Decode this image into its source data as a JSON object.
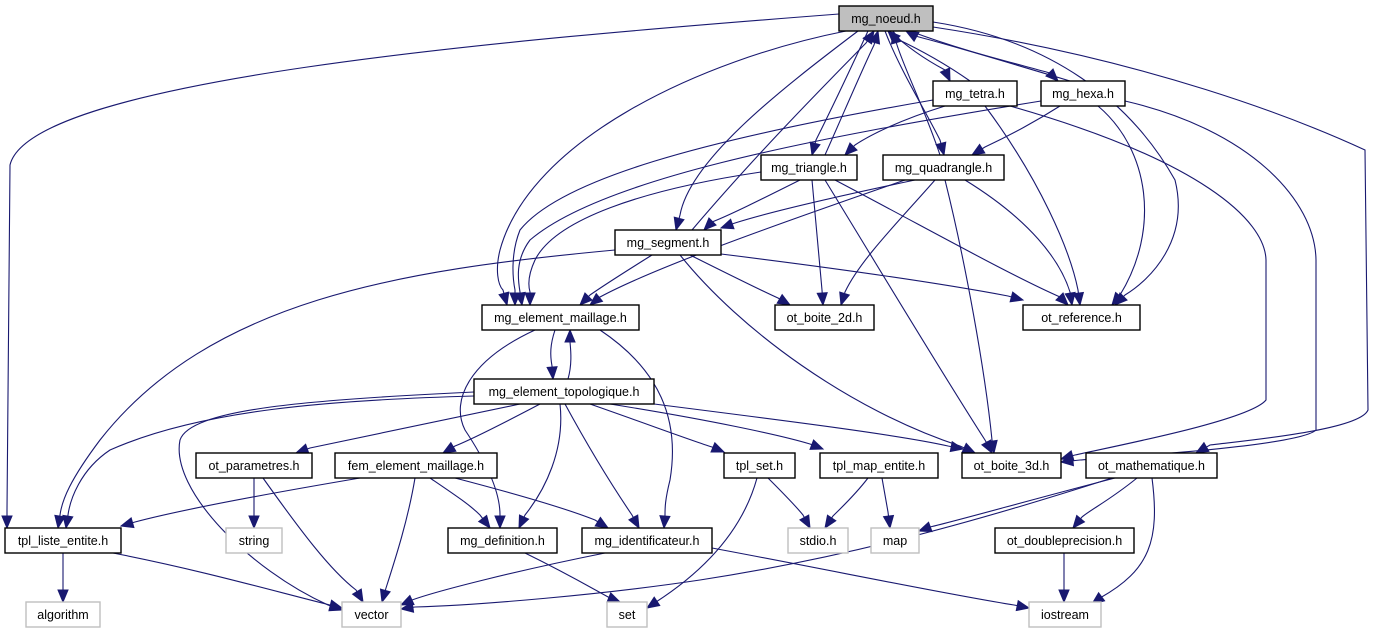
{
  "title": "Include dependency graph for mg_noeud.h",
  "colors": {
    "edge": "#191970",
    "root_fill": "#bfbfbf",
    "internal_border": "#000000",
    "external_border": "#bfbfbf"
  },
  "nodes": [
    {
      "id": "mg_noeud",
      "label": "mg_noeud.h",
      "kind": "root"
    },
    {
      "id": "mg_tetra",
      "label": "mg_tetra.h",
      "kind": "internal"
    },
    {
      "id": "mg_hexa",
      "label": "mg_hexa.h",
      "kind": "internal"
    },
    {
      "id": "mg_triangle",
      "label": "mg_triangle.h",
      "kind": "internal"
    },
    {
      "id": "mg_quadrangle",
      "label": "mg_quadrangle.h",
      "kind": "internal"
    },
    {
      "id": "mg_segment",
      "label": "mg_segment.h",
      "kind": "internal"
    },
    {
      "id": "mg_element_maillage",
      "label": "mg_element_maillage.h",
      "kind": "internal"
    },
    {
      "id": "ot_boite_2d",
      "label": "ot_boite_2d.h",
      "kind": "internal"
    },
    {
      "id": "ot_reference",
      "label": "ot_reference.h",
      "kind": "internal"
    },
    {
      "id": "mg_element_topologique",
      "label": "mg_element_topologique.h",
      "kind": "internal"
    },
    {
      "id": "ot_parametres",
      "label": "ot_parametres.h",
      "kind": "internal"
    },
    {
      "id": "fem_element_maillage",
      "label": "fem_element_maillage.h",
      "kind": "internal"
    },
    {
      "id": "tpl_set",
      "label": "tpl_set.h",
      "kind": "internal"
    },
    {
      "id": "tpl_map_entite",
      "label": "tpl_map_entite.h",
      "kind": "internal"
    },
    {
      "id": "ot_boite_3d",
      "label": "ot_boite_3d.h",
      "kind": "internal"
    },
    {
      "id": "ot_mathematique",
      "label": "ot_mathematique.h",
      "kind": "internal"
    },
    {
      "id": "tpl_liste_entite",
      "label": "tpl_liste_entite.h",
      "kind": "internal"
    },
    {
      "id": "string",
      "label": "string",
      "kind": "external"
    },
    {
      "id": "mg_definition",
      "label": "mg_definition.h",
      "kind": "internal"
    },
    {
      "id": "mg_identificateur",
      "label": "mg_identificateur.h",
      "kind": "internal"
    },
    {
      "id": "stdio",
      "label": "stdio.h",
      "kind": "external"
    },
    {
      "id": "map",
      "label": "map",
      "kind": "external"
    },
    {
      "id": "ot_doubleprecision",
      "label": "ot_doubleprecision.h",
      "kind": "internal"
    },
    {
      "id": "algorithm",
      "label": "algorithm",
      "kind": "external"
    },
    {
      "id": "vector",
      "label": "vector",
      "kind": "external"
    },
    {
      "id": "set",
      "label": "set",
      "kind": "external"
    },
    {
      "id": "iostream",
      "label": "iostream",
      "kind": "external"
    }
  ],
  "edges": [
    {
      "from": "mg_noeud",
      "to": "tpl_liste_entite"
    },
    {
      "from": "mg_noeud",
      "to": "mg_element_maillage"
    },
    {
      "from": "mg_noeud",
      "to": "mg_segment"
    },
    {
      "from": "mg_noeud",
      "to": "mg_triangle"
    },
    {
      "from": "mg_noeud",
      "to": "mg_quadrangle"
    },
    {
      "from": "mg_noeud",
      "to": "mg_tetra"
    },
    {
      "from": "mg_noeud",
      "to": "mg_hexa"
    },
    {
      "from": "mg_noeud",
      "to": "ot_reference"
    },
    {
      "from": "mg_noeud",
      "to": "ot_mathematique"
    },
    {
      "from": "mg_tetra",
      "to": "mg_noeud"
    },
    {
      "from": "mg_tetra",
      "to": "mg_triangle"
    },
    {
      "from": "mg_tetra",
      "to": "mg_element_maillage"
    },
    {
      "from": "mg_tetra",
      "to": "ot_reference"
    },
    {
      "from": "mg_tetra",
      "to": "ot_boite_3d"
    },
    {
      "from": "mg_hexa",
      "to": "mg_noeud"
    },
    {
      "from": "mg_hexa",
      "to": "mg_quadrangle"
    },
    {
      "from": "mg_hexa",
      "to": "mg_element_maillage"
    },
    {
      "from": "mg_hexa",
      "to": "ot_reference"
    },
    {
      "from": "mg_hexa",
      "to": "ot_boite_3d"
    },
    {
      "from": "mg_triangle",
      "to": "mg_noeud"
    },
    {
      "from": "mg_triangle",
      "to": "mg_segment"
    },
    {
      "from": "mg_triangle",
      "to": "mg_element_maillage"
    },
    {
      "from": "mg_triangle",
      "to": "ot_boite_2d"
    },
    {
      "from": "mg_triangle",
      "to": "ot_reference"
    },
    {
      "from": "mg_triangle",
      "to": "ot_boite_3d"
    },
    {
      "from": "mg_quadrangle",
      "to": "mg_noeud"
    },
    {
      "from": "mg_quadrangle",
      "to": "mg_segment"
    },
    {
      "from": "mg_quadrangle",
      "to": "mg_element_maillage"
    },
    {
      "from": "mg_quadrangle",
      "to": "ot_boite_2d"
    },
    {
      "from": "mg_quadrangle",
      "to": "ot_reference"
    },
    {
      "from": "mg_quadrangle",
      "to": "ot_boite_3d"
    },
    {
      "from": "mg_segment",
      "to": "mg_noeud"
    },
    {
      "from": "mg_segment",
      "to": "mg_element_maillage"
    },
    {
      "from": "mg_segment",
      "to": "ot_boite_2d"
    },
    {
      "from": "mg_segment",
      "to": "ot_reference"
    },
    {
      "from": "mg_segment",
      "to": "ot_boite_3d"
    },
    {
      "from": "mg_segment",
      "to": "tpl_liste_entite"
    },
    {
      "from": "mg_element_maillage",
      "to": "mg_element_topologique"
    },
    {
      "from": "mg_element_maillage",
      "to": "mg_definition"
    },
    {
      "from": "mg_element_maillage",
      "to": "mg_identificateur"
    },
    {
      "from": "mg_element_topologique",
      "to": "mg_element_maillage"
    },
    {
      "from": "mg_element_topologique",
      "to": "tpl_liste_entite"
    },
    {
      "from": "mg_element_topologique",
      "to": "vector"
    },
    {
      "from": "mg_element_topologique",
      "to": "ot_parametres"
    },
    {
      "from": "mg_element_topologique",
      "to": "fem_element_maillage"
    },
    {
      "from": "mg_element_topologique",
      "to": "mg_definition"
    },
    {
      "from": "mg_element_topologique",
      "to": "mg_identificateur"
    },
    {
      "from": "mg_element_topologique",
      "to": "tpl_set"
    },
    {
      "from": "mg_element_topologique",
      "to": "tpl_map_entite"
    },
    {
      "from": "mg_element_topologique",
      "to": "ot_boite_3d"
    },
    {
      "from": "ot_parametres",
      "to": "string"
    },
    {
      "from": "ot_parametres",
      "to": "vector"
    },
    {
      "from": "fem_element_maillage",
      "to": "tpl_liste_entite"
    },
    {
      "from": "fem_element_maillage",
      "to": "vector"
    },
    {
      "from": "fem_element_maillage",
      "to": "mg_definition"
    },
    {
      "from": "fem_element_maillage",
      "to": "mg_identificateur"
    },
    {
      "from": "tpl_set",
      "to": "stdio"
    },
    {
      "from": "tpl_set",
      "to": "set"
    },
    {
      "from": "tpl_map_entite",
      "to": "stdio"
    },
    {
      "from": "tpl_map_entite",
      "to": "map"
    },
    {
      "from": "ot_mathematique",
      "to": "map"
    },
    {
      "from": "ot_mathematique",
      "to": "vector"
    },
    {
      "from": "ot_mathematique",
      "to": "ot_doubleprecision"
    },
    {
      "from": "ot_mathematique",
      "to": "iostream"
    },
    {
      "from": "ot_doubleprecision",
      "to": "iostream"
    },
    {
      "from": "tpl_liste_entite",
      "to": "algorithm"
    },
    {
      "from": "tpl_liste_entite",
      "to": "vector"
    },
    {
      "from": "mg_definition",
      "to": "set"
    },
    {
      "from": "mg_identificateur",
      "to": "vector"
    },
    {
      "from": "mg_identificateur",
      "to": "iostream"
    }
  ]
}
